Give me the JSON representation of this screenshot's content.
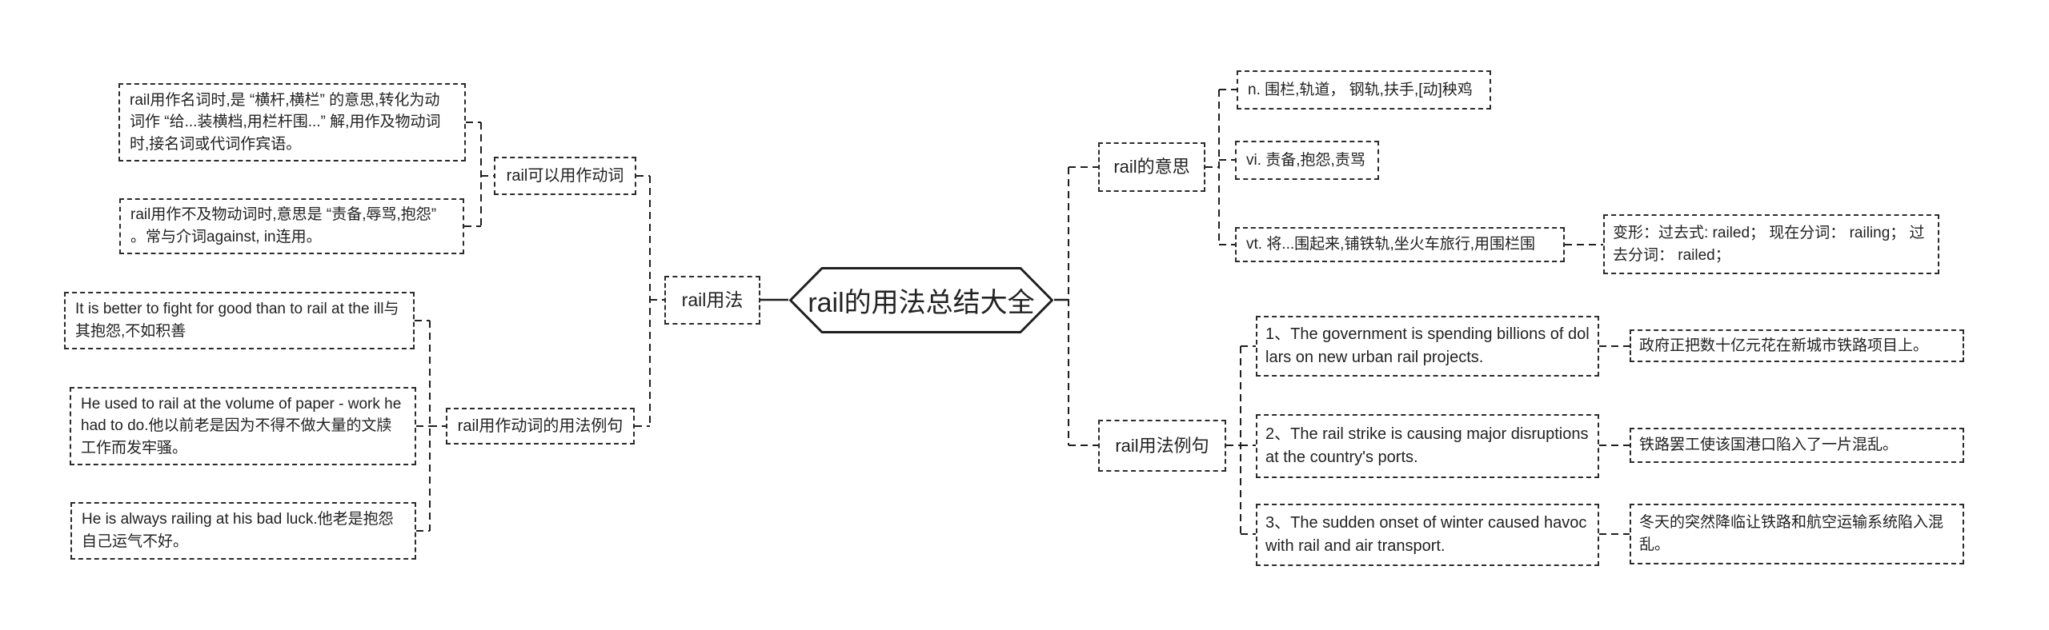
{
  "mindmap": {
    "center": {
      "title": "rail的用法总结大全"
    },
    "root": {
      "label": "rail用法"
    },
    "left": {
      "verb_branch": {
        "label": "rail可以用作动词",
        "notes": [
          {
            "text": "rail用作名词时,是 “横杆,横栏” 的意思,转化为动词作 “给...装横档,用栏杆围...” 解,用作及物动词时,接名词或代词作宾语。"
          },
          {
            "text": "rail用作不及物动词时,意思是 “责备,辱骂,抱怨” 。常与介词against, in连用。"
          }
        ]
      },
      "verb_examples_branch": {
        "label": "rail用作动词的用法例句",
        "examples": [
          {
            "text": "It is better to fight for good than to rail at the ill与其抱怨,不如积善"
          },
          {
            "text": "He used to rail at the volume of paper - work he had to do.他以前老是因为不得不做大量的文牍工作而发牢骚。"
          },
          {
            "text": "He is always railing at his bad luck.他老是抱怨自己运气不好。"
          }
        ]
      }
    },
    "right": {
      "meaning_branch": {
        "label": "rail的意思",
        "meanings": [
          {
            "text": "n. 围栏,轨道， 钢轨,扶手,[动]秧鸡"
          },
          {
            "text": "vi. 责备,抱怨,责骂"
          },
          {
            "text": "vt. 将...围起来,铺铁轨,坐火车旅行,用围栏围"
          }
        ],
        "inflection": {
          "text": "变形：过去式: railed； 现在分词： railing； 过去分词： railed；"
        }
      },
      "usage_branch": {
        "label": "rail用法例句",
        "examples": [
          {
            "en": "1、The government is spending billions of dollars on new urban rail projects.",
            "zh": "政府正把数十亿元花在新城市铁路项目上。"
          },
          {
            "en": "2、The rail strike is causing major disruptions at the country's ports.",
            "zh": "铁路罢工使该国港口陷入了一片混乱。"
          },
          {
            "en": "3、The sudden onset of winter caused havoc with rail and air transport.",
            "zh": "冬天的突然降临让铁路和航空运输系统陷入混乱。"
          }
        ]
      }
    },
    "colors": {
      "line": "#1f1f1f",
      "box_border": "#2b2b2b",
      "text": "#222222",
      "background": "#ffffff"
    }
  }
}
